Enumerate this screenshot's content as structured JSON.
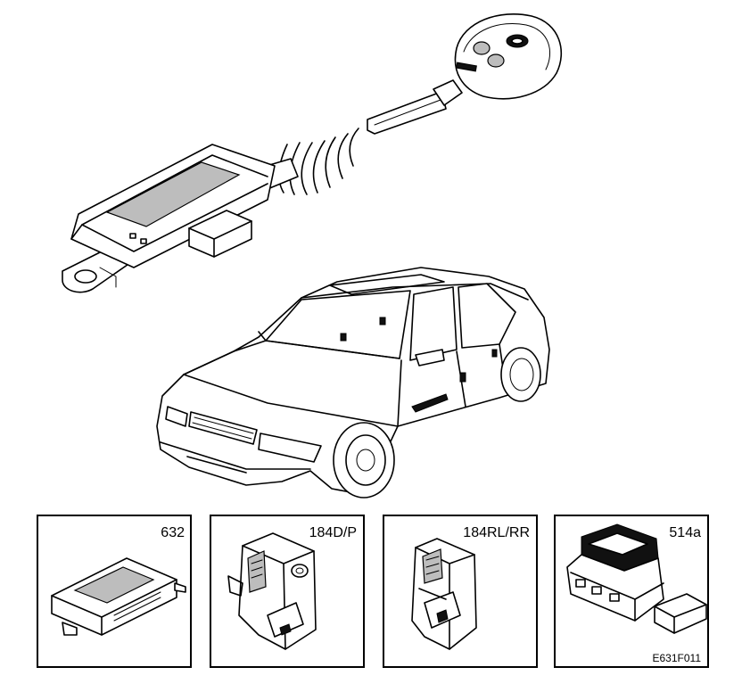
{
  "figure_code": "E631F011",
  "panels": [
    {
      "id": "632",
      "label": "632"
    },
    {
      "id": "184dp",
      "label": "184D/P"
    },
    {
      "id": "184rlrr",
      "label": "184RL/RR"
    },
    {
      "id": "514a",
      "label": "514a"
    }
  ]
}
